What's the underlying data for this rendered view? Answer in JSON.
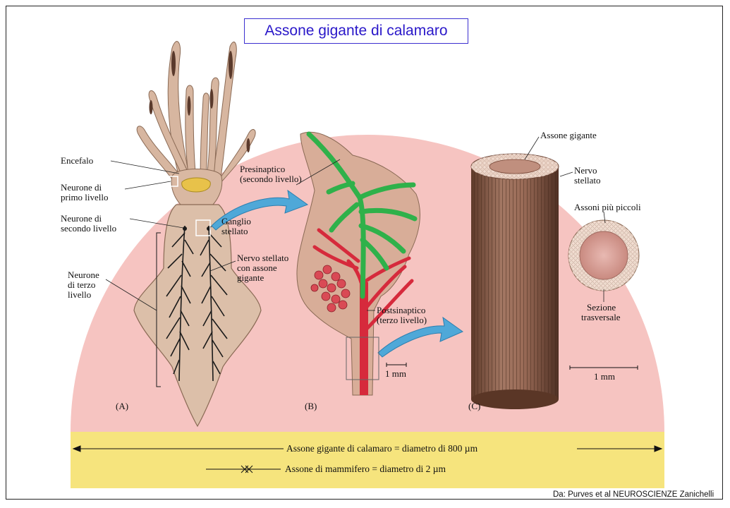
{
  "title": "Assone gigante di calamaro",
  "credit": "Da: Purves et al NEUROSCIENZE Zanichelli",
  "panel_a": {
    "letter": "(A)",
    "encefalo": "Encefalo",
    "primo": [
      "Neurone di",
      "primo livello"
    ],
    "secondo": [
      "Neurone di",
      "secondo livello"
    ],
    "terzo": [
      "Neurone",
      "di terzo",
      "livello"
    ],
    "ganglio": [
      "Ganglio",
      "stellato"
    ],
    "nervo": [
      "Nervo stellato",
      "con assone",
      "gigante"
    ]
  },
  "panel_b": {
    "letter": "(B)",
    "presinaptico": [
      "Presinaptico",
      "(secondo livello)"
    ],
    "postsinaptico": [
      "Postsinaptico",
      "(terzo livello)"
    ],
    "scale": "1 mm"
  },
  "panel_c": {
    "letter": "(C)",
    "assone_gigante": "Assone gigante",
    "nervo": [
      "Nervo",
      "stellato"
    ],
    "piccoli": "Assoni più piccoli",
    "sezione": [
      "Sezione",
      "trasversale"
    ],
    "scale": "1 mm"
  },
  "comparison": {
    "giant": "Assone gigante di calamaro = diametro di 800 µm",
    "mammal": "Assone di mammifero = diametro di 2 µm"
  },
  "colors": {
    "background_arc": "#f6c4c1",
    "bottom_band": "#f6e47d",
    "title_text": "#2a18c9",
    "presynaptic": "#2fb14a",
    "postsynaptic": "#d62a3c",
    "arrow": "#4fa8d8",
    "squid": "#d7b6a0",
    "axon_cylinder": "#8a5a45"
  }
}
